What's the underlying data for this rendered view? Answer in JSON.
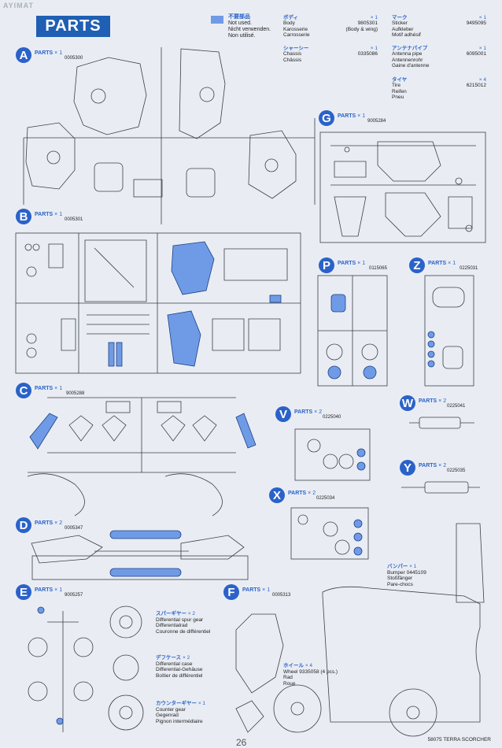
{
  "corner_mark": "AYIMAT",
  "header": {
    "title": "PARTS"
  },
  "legend": {
    "jp": "不要部品",
    "lines": [
      "Not used.",
      "Nicht verwenden.",
      "Non utilisé."
    ]
  },
  "top_info": {
    "body": {
      "jp": "ボディ",
      "count": "× 1",
      "lines": [
        "Body",
        "Karosserie",
        "Carrosserie"
      ],
      "number": "9805301",
      "note": "(Body & wing)"
    },
    "chassis": {
      "jp": "シャーシー",
      "count": "× 1",
      "lines": [
        "Chassis",
        "Châssis"
      ],
      "number": "0335086"
    },
    "mark": {
      "jp": "マーク",
      "count": "× 1",
      "lines": [
        "Sticker",
        "Aufkleber",
        "Motif adhésif"
      ],
      "number": "9495095"
    },
    "antenna": {
      "jp": "アンテナパイプ",
      "count": "× 1",
      "lines": [
        "Antenna pipe",
        "Antennenrohr",
        "Gaine d'antenne"
      ],
      "number": "6095001"
    },
    "tire": {
      "jp": "タイヤ",
      "count": "× 4",
      "lines": [
        "Tire",
        "Reifen",
        "Pneu"
      ],
      "number": "6215012"
    }
  },
  "sections": {
    "A": {
      "letter": "A",
      "label": "PARTS",
      "count": "× 1",
      "number": "0005300"
    },
    "B": {
      "letter": "B",
      "label": "PARTS",
      "count": "× 1",
      "number": "0005301"
    },
    "C": {
      "letter": "C",
      "label": "PARTS",
      "count": "× 1",
      "number": "9005288"
    },
    "D": {
      "letter": "D",
      "label": "PARTS",
      "count": "× 2",
      "number": "0005347"
    },
    "E": {
      "letter": "E",
      "label": "PARTS",
      "count": "× 1",
      "number": "9005257"
    },
    "F": {
      "letter": "F",
      "label": "PARTS",
      "count": "× 1",
      "number": "0005313"
    },
    "G": {
      "letter": "G",
      "label": "PARTS",
      "count": "× 1",
      "number": "9005284"
    },
    "P": {
      "letter": "P",
      "label": "PARTS",
      "count": "× 1",
      "number": "0115065"
    },
    "Z": {
      "letter": "Z",
      "label": "PARTS",
      "count": "× 1",
      "number": "0225031"
    },
    "V": {
      "letter": "V",
      "label": "PARTS",
      "count": "× 2",
      "number": "0225040"
    },
    "W": {
      "letter": "W",
      "label": "PARTS",
      "count": "× 2",
      "number": "0225041"
    },
    "X": {
      "letter": "X",
      "label": "PARTS",
      "count": "× 2",
      "number": "0225034"
    },
    "Y": {
      "letter": "Y",
      "label": "PARTS",
      "count": "× 2",
      "number": "0225035"
    }
  },
  "captions": {
    "spur": {
      "jp": "スパーギヤー",
      "count": "× 2",
      "lines": [
        "Differential spur gear",
        "Differentialrad",
        "Couronne de différentiel"
      ]
    },
    "diffcase": {
      "jp": "デフケース",
      "count": "× 2",
      "lines": [
        "Differential case",
        "Differential-Gehäuse",
        "Boîtier de différentiel"
      ]
    },
    "counter": {
      "jp": "カウンターギヤー",
      "count": "× 1",
      "lines": [
        "Counter gear",
        "Gegenrad",
        "Pignon intermédiaire"
      ]
    },
    "bumper": {
      "jp": "バンパー",
      "count": "× 1",
      "lines": [
        "Bumper",
        "Stoßfänger",
        "Pare-chocs"
      ],
      "number": "0445109"
    },
    "wheel": {
      "jp": "ホイール",
      "count": "× 4",
      "lines": [
        "Wheel",
        "Rad",
        "Roue"
      ],
      "number": "9335058",
      "note": "(4 pcs.)"
    }
  },
  "footer": {
    "ref": "58075 TERRA SCORCHER",
    "page": "26"
  },
  "colors": {
    "accent": "#2b62c9",
    "title_bg": "#1f5fb4",
    "unused": "#6f9be6",
    "paper": "#e9edf3"
  }
}
